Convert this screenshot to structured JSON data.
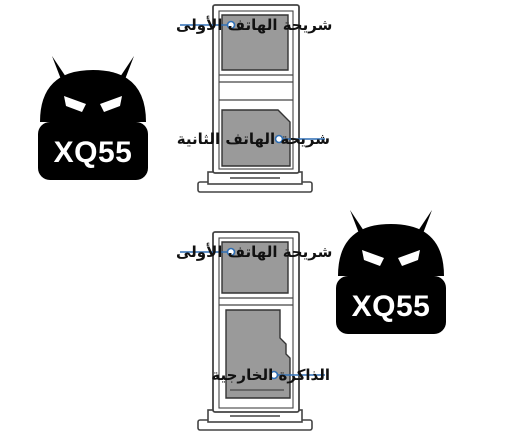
{
  "colors": {
    "line": "#444444",
    "sim_fill": "#9a9a9a",
    "tray_fill": "#ffffff",
    "pointer": "#2f6fb5",
    "mascot": "#000000",
    "label_text": "#111111"
  },
  "top_diagram": {
    "label_sim1": "شريحة الهاتف الأولى",
    "label_sim2": "شريحة الهاتف الثانية"
  },
  "bottom_diagram": {
    "label_sim1": "شريحة الهاتف الأولى",
    "label_memory": "الذاكرة الخارجية"
  },
  "mascots": [
    {
      "icon": "android-robot-icon",
      "badge": "XQ55"
    },
    {
      "icon": "android-robot-icon",
      "badge": "XQ55"
    }
  ]
}
